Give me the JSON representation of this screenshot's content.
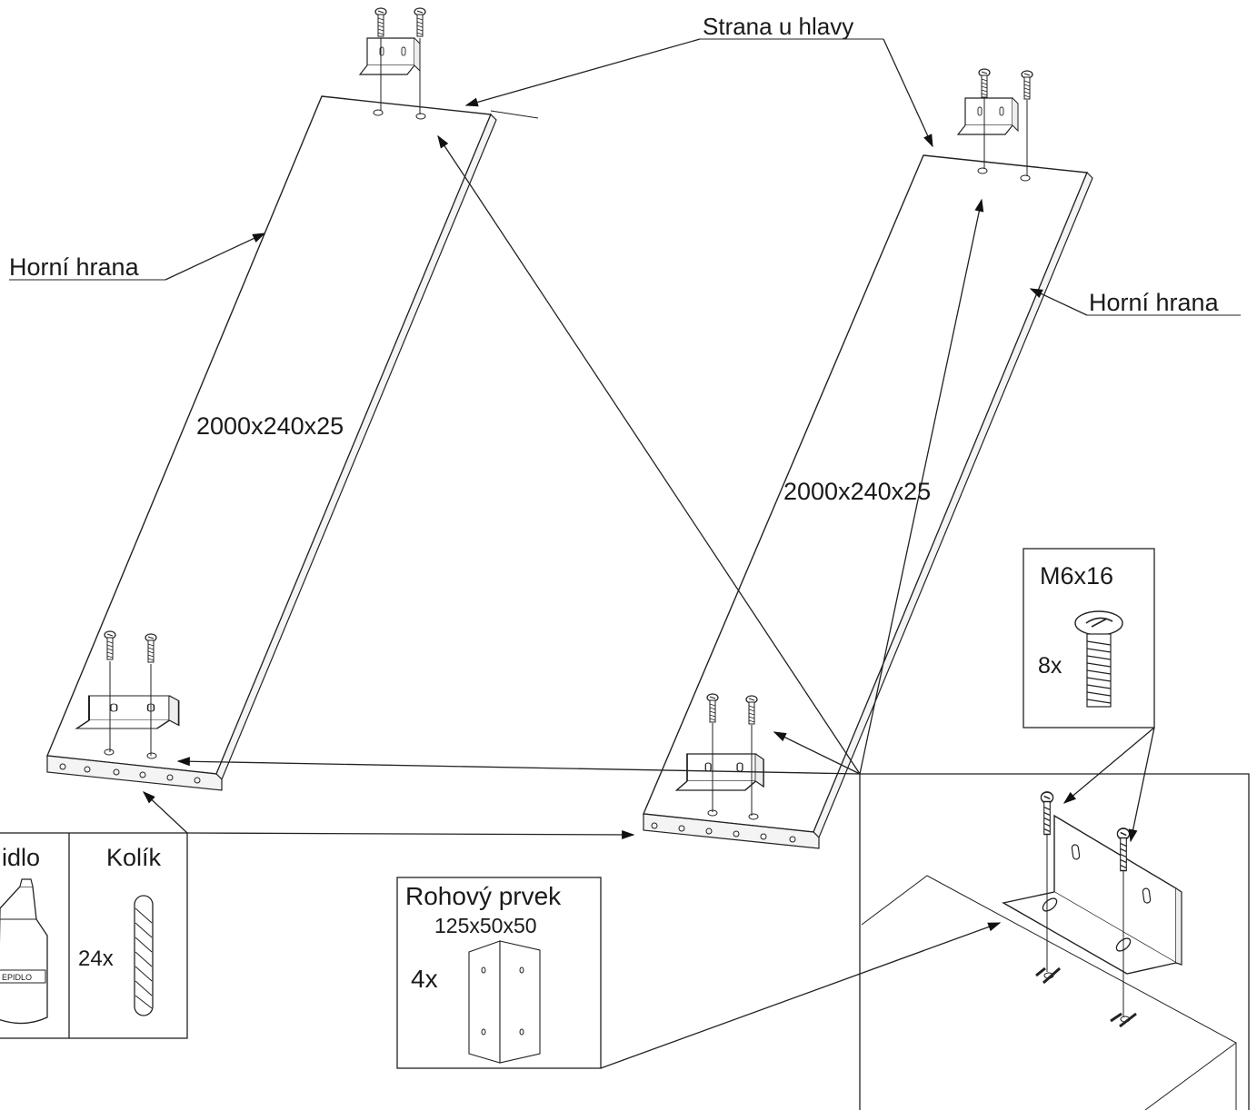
{
  "labels": {
    "head_side": "Strana u hlavy",
    "top_edge_left": "Horní hrana",
    "top_edge_right": "Horní hrana",
    "board_left_dims": "2000x240x25",
    "board_right_dims": "2000x240x25"
  },
  "parts": {
    "glue": {
      "name": "idlo",
      "bottle_label": "EPIDLO"
    },
    "dowel": {
      "name": "Kolík",
      "qty": "24x"
    },
    "corner": {
      "name": "Rohový prvek",
      "size": "125x50x50",
      "qty": "4x"
    },
    "screw": {
      "name": "M6x16",
      "qty": "8x"
    }
  },
  "colors": {
    "line": "#222222",
    "background": "#ffffff"
  }
}
